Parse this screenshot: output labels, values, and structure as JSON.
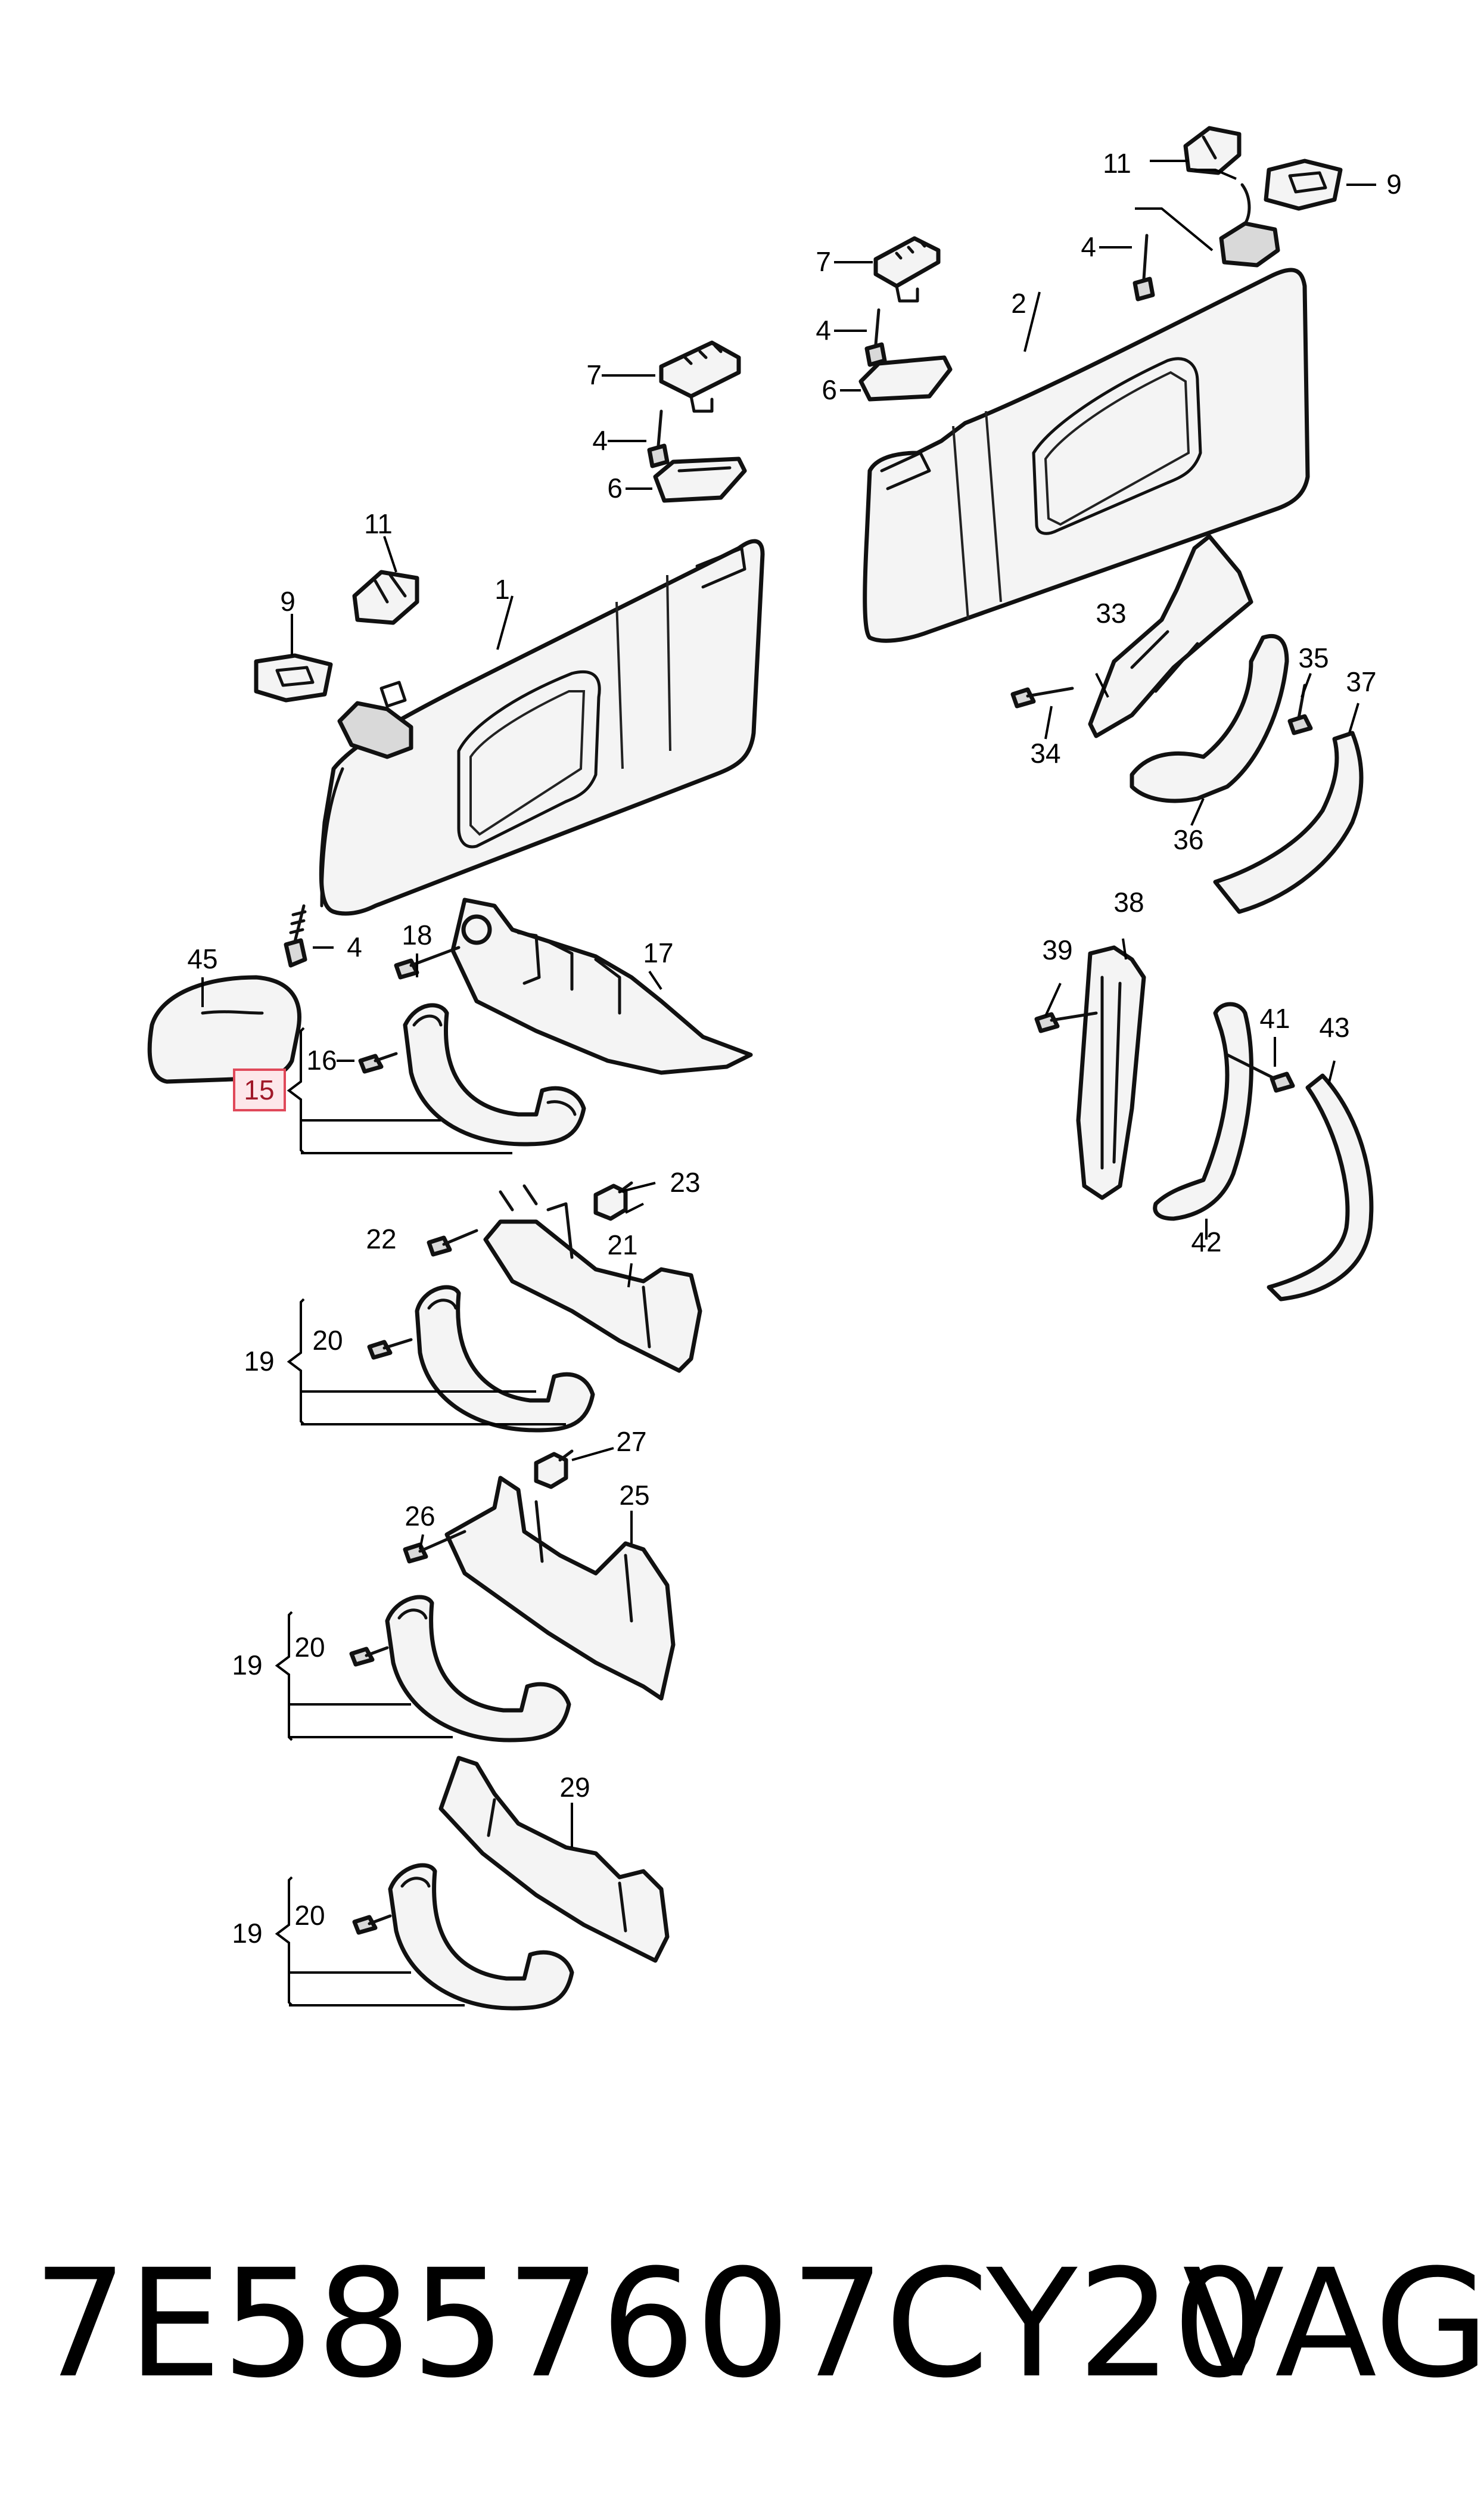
{
  "callouts": {
    "c1": "1",
    "c2": "2",
    "c4a": "4",
    "c4b": "4",
    "c4c": "4",
    "c6a": "6",
    "c6b": "6",
    "c7a": "7",
    "c7b": "7",
    "c9a": "9",
    "c9b": "9",
    "c11a": "11",
    "c11b": "11",
    "c15": "15",
    "c16": "16",
    "c17": "17",
    "c18": "18",
    "c19a": "19",
    "c19b": "19",
    "c19c": "19",
    "c20a": "20",
    "c20b": "20",
    "c20c": "20",
    "c21": "21",
    "c22": "22",
    "c23": "23",
    "c25": "25",
    "c26": "26",
    "c27": "27",
    "c29": "29",
    "c33": "33",
    "c34": "34",
    "c35": "35",
    "c36": "36",
    "c37": "37",
    "c38": "38",
    "c39": "39",
    "c41": "41",
    "c42": "42",
    "c43": "43",
    "c45": "45"
  },
  "highlighted_callout": "15",
  "footer": {
    "part_number": "7E5857607CY20",
    "brand": "VAG"
  }
}
